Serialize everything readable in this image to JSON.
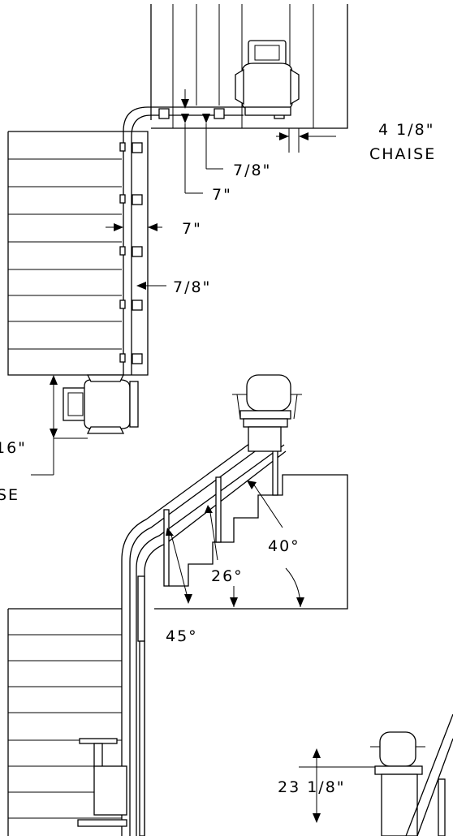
{
  "dimensions": {
    "top_clearance": "4 1/8\"",
    "top_clearance_unit": "CHAISE",
    "rail_offset_top": "7/8\"",
    "rail_width_top": "7\"",
    "rail_width_side": "7\"",
    "rail_offset_side": "7/8\"",
    "landing_clearance": "16\"",
    "landing_clearance_unit": "SE",
    "angle_40": "40°",
    "angle_26": "26°",
    "angle_45": "45°",
    "seat_height": "23 1/8\""
  }
}
